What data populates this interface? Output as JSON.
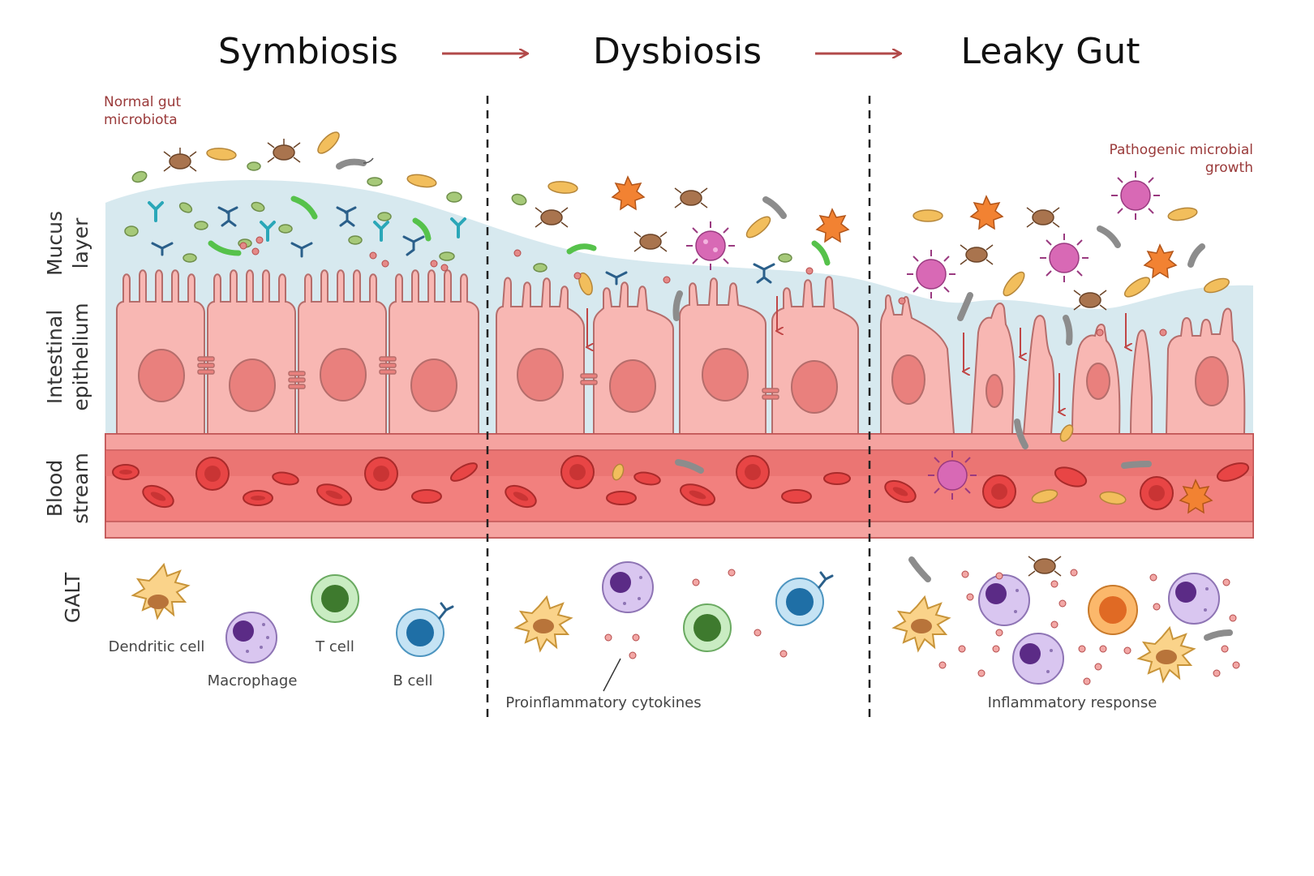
{
  "stages": {
    "symbiosis": "Symbiosis",
    "dysbiosis": "Dysbiosis",
    "leaky_gut": "Leaky Gut"
  },
  "notes": {
    "normal_microbiota_line1": "Normal gut",
    "normal_microbiota_line2": "microbiota",
    "pathogenic_line1": "Pathogenic microbial",
    "pathogenic_line2": "growth"
  },
  "layers": {
    "mucus_line1": "Mucus",
    "mucus_line2": "layer",
    "epithelium_line1": "Intestinal",
    "epithelium_line2": "epithelium",
    "blood_line1": "Blood",
    "blood_line2": "stream",
    "galt": "GALT"
  },
  "immune_cells": {
    "dendritic": "Dendritic cell",
    "macrophage": "Macrophage",
    "t_cell": "T cell",
    "b_cell": "B cell"
  },
  "responses": {
    "cytokines": "Proinflammatory cytokines",
    "inflammatory": "Inflammatory response"
  },
  "colors": {
    "mucus": "#d7e9ef",
    "epithelium": "#f8b7b3",
    "nucleus": "#e9807d",
    "blood_vessel": "#f2807e",
    "rbc": "#e84545",
    "arrow": "#b24a4a",
    "divider": "#222222"
  },
  "icons": [
    "rod-bacteria-icon",
    "tick-microbe-icon",
    "virus-icon",
    "spiky-pathogen-icon",
    "antibody-icon",
    "red-blood-cell-icon"
  ]
}
